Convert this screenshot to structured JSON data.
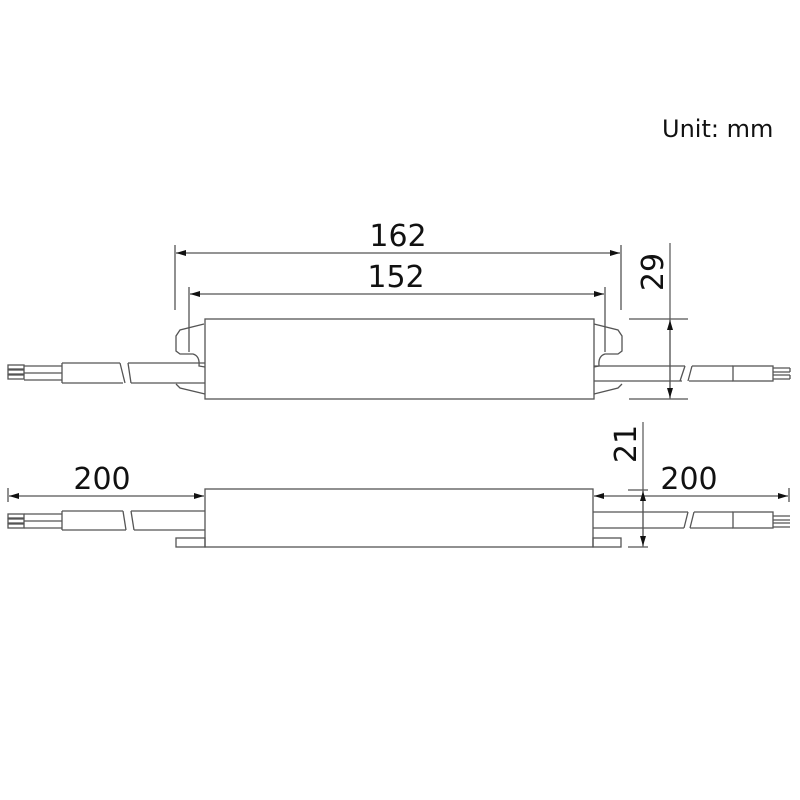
{
  "drawing": {
    "unit_label": "Unit: mm",
    "top_view": {
      "overall_length_label": "162",
      "body_length_label": "152",
      "height_label": "29"
    },
    "side_view": {
      "left_cable_label": "200",
      "right_cable_label": "200",
      "thickness_label": "21"
    }
  },
  "colors": {
    "line": "#555555",
    "arrow": "#111111",
    "text": "#111111",
    "background": "#ffffff"
  }
}
